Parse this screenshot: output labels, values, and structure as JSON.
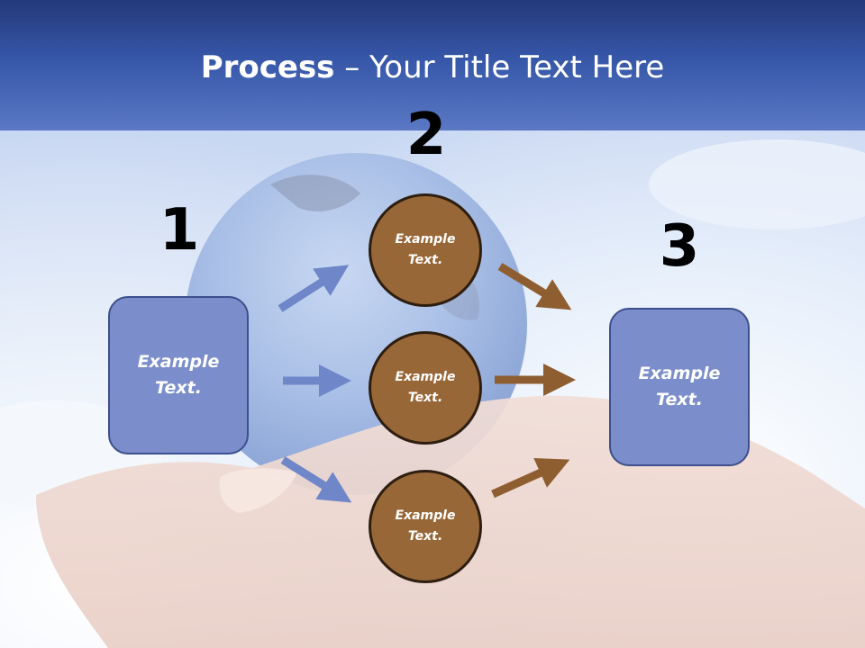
{
  "title": {
    "bold": "Process",
    "rest": " – Your Title Text Here"
  },
  "steps": {
    "one": "1",
    "two": "2",
    "three": "3"
  },
  "nodes": {
    "left_box": "Example Text.",
    "circle_top": "Example Text.",
    "circle_mid": "Example Text.",
    "circle_bottom": "Example Text.",
    "right_box": "Example Text."
  },
  "colors": {
    "header": "#3656a8",
    "box_fill": "#7b8ecb",
    "circle_fill": "#986737",
    "blue_arrow": "#6f86c9",
    "brown_arrow": "#8e5e30"
  },
  "background": {
    "description_icons": [
      "globe-image",
      "open-hand-image",
      "sky-clouds-image"
    ]
  }
}
